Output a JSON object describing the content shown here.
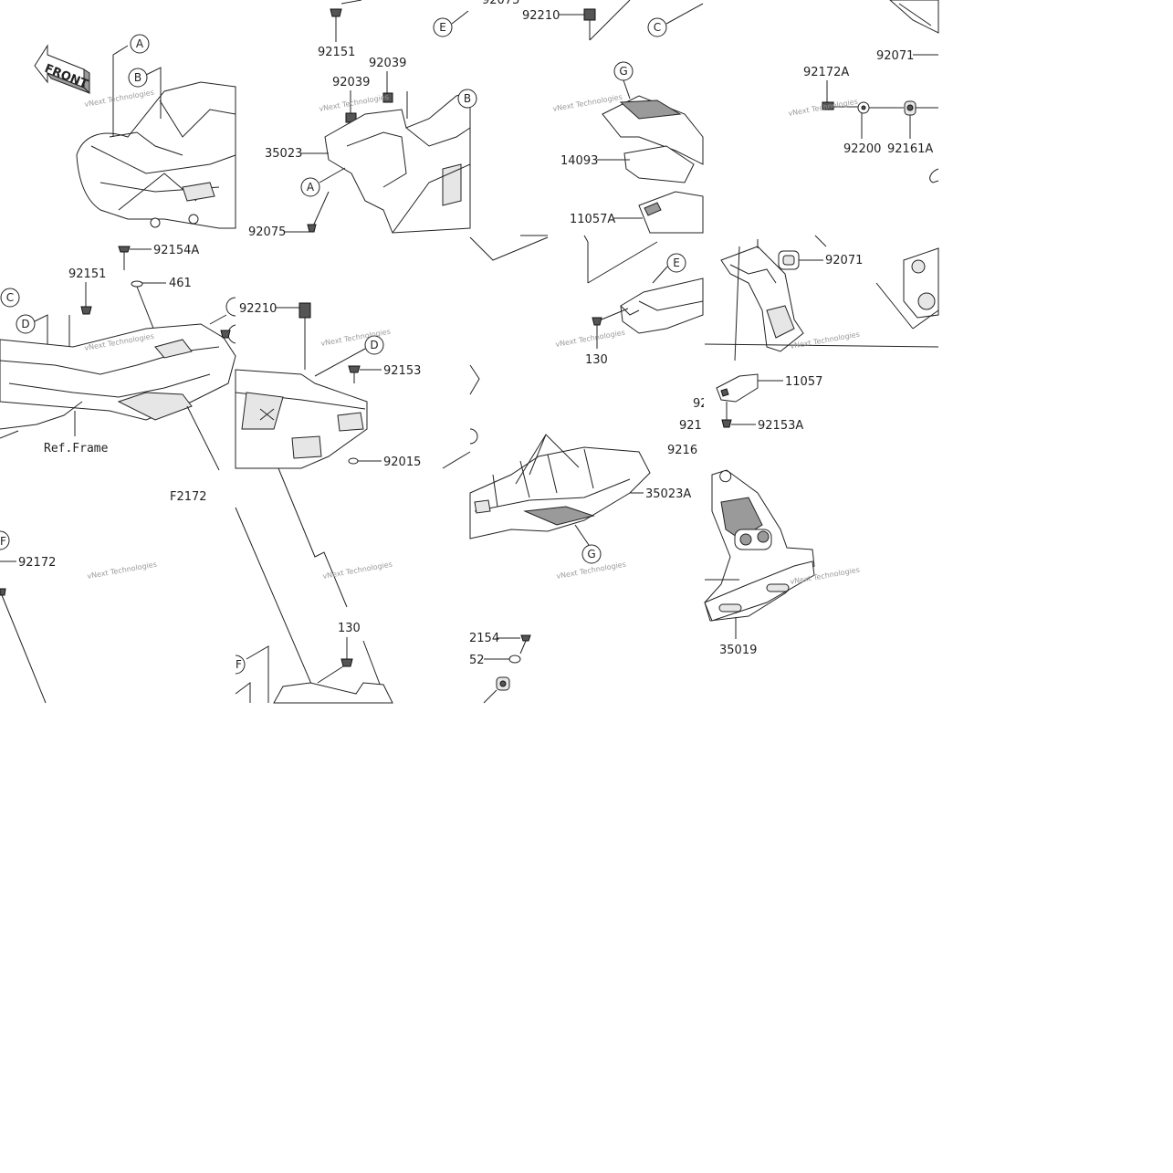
{
  "diagram_code": "F2172",
  "front_badge": "FRONT",
  "ref_frame": "Ref.Frame",
  "watermark": "vNext Technologies",
  "callouts": [
    "A",
    "B",
    "C",
    "D",
    "E",
    "F",
    "G"
  ],
  "part_numbers": {
    "p92210": "92210",
    "p92151": "92151",
    "p92039": "92039",
    "p35023": "35023",
    "p92075": "92075",
    "p92154A": "92154A",
    "p461": "461",
    "p92153": "92153",
    "p92015": "92015",
    "p92172": "92172",
    "p92172A": "92172A",
    "p92200": "92200",
    "p92161A": "92161A",
    "p92071": "92071",
    "p14093": "14093",
    "p11057A": "11057A",
    "p11057": "11057",
    "p92153A": "92153A",
    "p130": "130",
    "p35023A": "35023A",
    "p35019": "35019",
    "p2154_partial": "2154",
    "p52_partial": "52",
    "p9216_partial": "9216",
    "p921_partial": "921",
    "p92_partial": "92",
    "p92075_top_partial": "92075"
  }
}
